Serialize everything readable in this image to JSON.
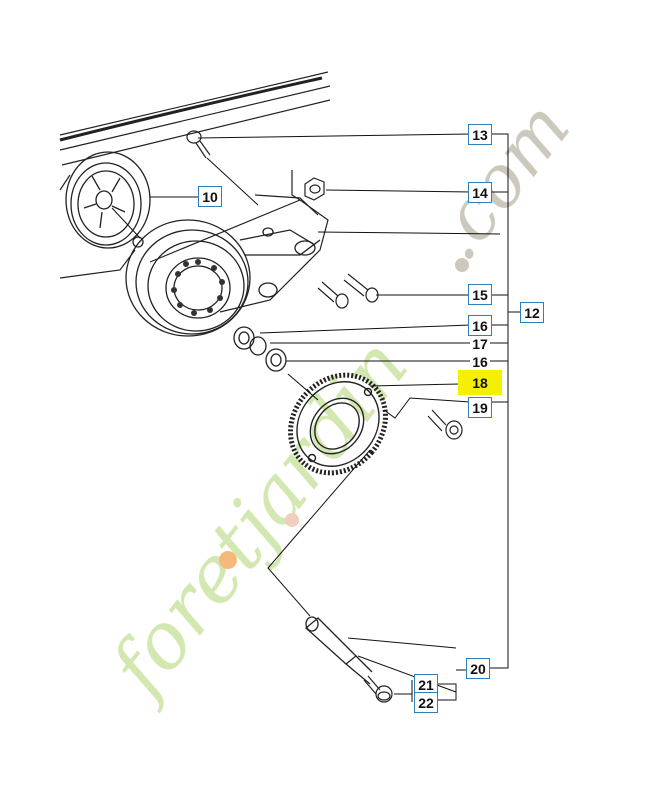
{
  "diagram": {
    "callouts": {
      "c10": "10",
      "c12": "12",
      "c13": "13",
      "c14": "14",
      "c15": "15",
      "c16a": "16",
      "c16b": "16",
      "c17": "17",
      "c18": "18",
      "c19": "19",
      "c20": "20",
      "c21": "21",
      "c22": "22"
    },
    "highlighted_part": "18",
    "highlight_color": "#f4f000",
    "callout_border_color": "#2f7fb8",
    "watermark": {
      "text_main": "foretjardin",
      "text_suffix": ".com",
      "color_main": "#cfe5a8",
      "color_suffix": "#c8c2b6",
      "accent_colors": [
        "#f4b26e",
        "#f0c8b8",
        "#d9a9b3"
      ]
    }
  }
}
